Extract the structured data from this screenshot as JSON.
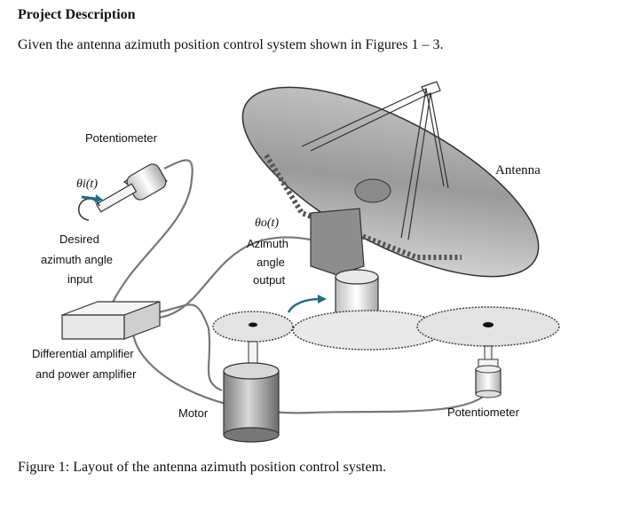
{
  "heading": "Project Description",
  "intro": "Given the antenna azimuth position control system shown in Figures 1 – 3.",
  "figure": {
    "caption": "Figure 1: Layout of the antenna azimuth position control system.",
    "labels": {
      "potentiometer_top": "Potentiometer",
      "theta_in": "θi(t)",
      "desired_line1": "Desired",
      "desired_line2": "azimuth angle",
      "desired_line3": "input",
      "theta_out": "θo(t)",
      "azimuth_line1": "Azimuth",
      "azimuth_line2": "angle",
      "azimuth_line3": "output",
      "antenna": "Antenna",
      "amp_line1": "Differential amplifier",
      "amp_line2": "and power amplifier",
      "motor": "Motor",
      "potentiometer_bottom": "Potentiometer"
    }
  }
}
